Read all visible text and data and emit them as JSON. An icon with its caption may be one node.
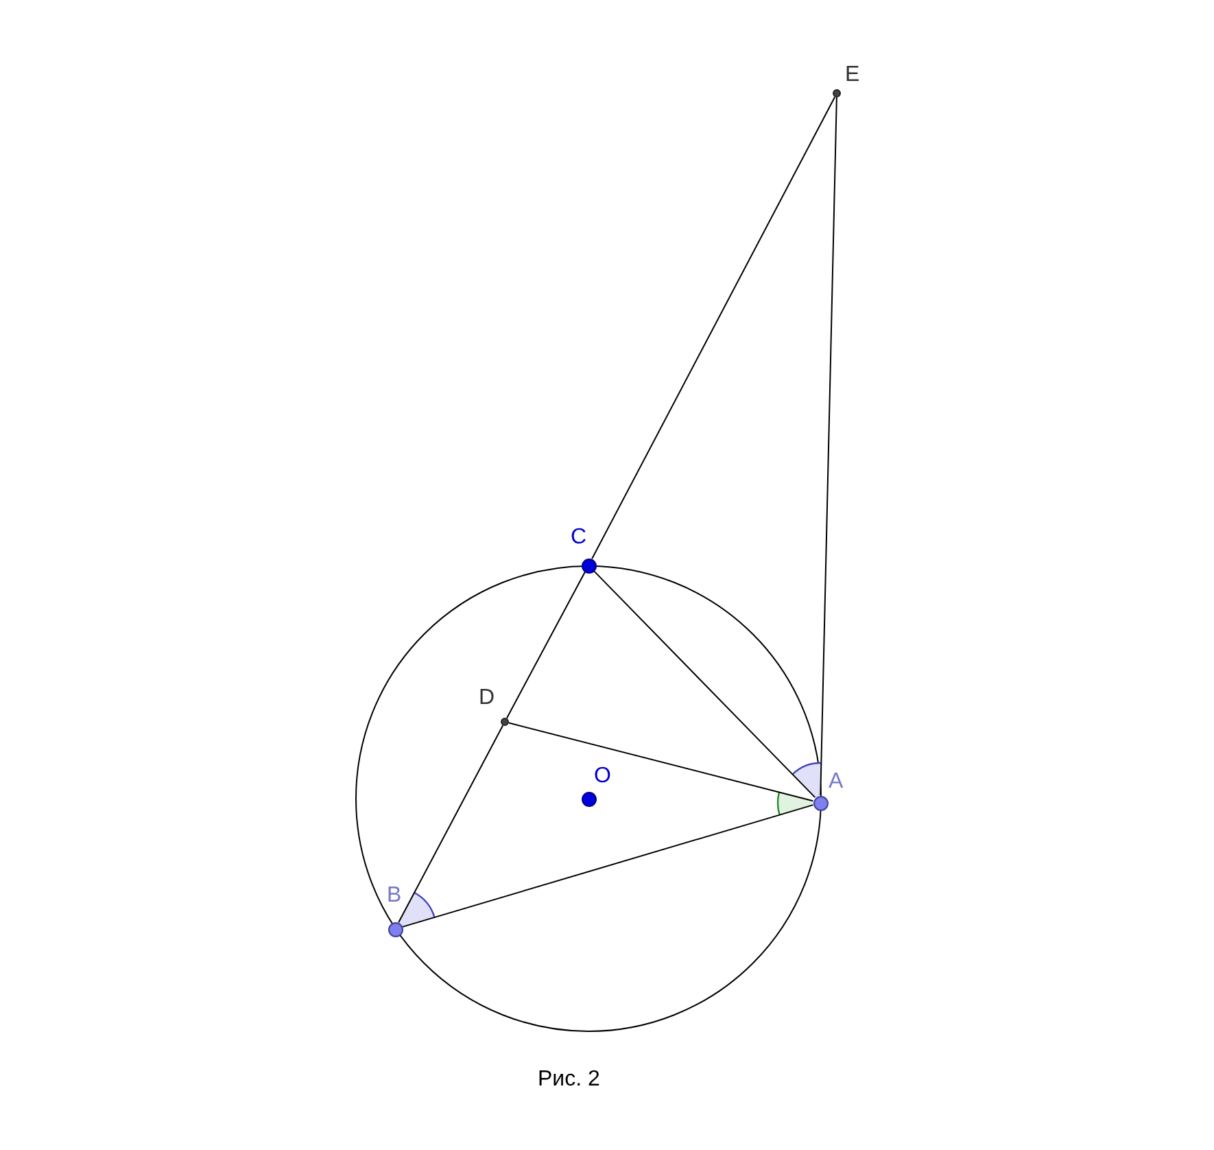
{
  "diagram": {
    "caption": "Рис. 2",
    "nodes": [
      {
        "text": [
          "E"
        ]
      },
      {
        "text": [
          "C"
        ]
      },
      {
        "text": [
          "D"
        ]
      },
      {
        "text": [
          "O"
        ]
      },
      {
        "text": [
          "A"
        ]
      },
      {
        "text": [
          "B"
        ]
      }
    ],
    "edges": [
      {
        "from": 0,
        "to": 1,
        "arrow": "none"
      },
      {
        "from": 1,
        "to": 2,
        "arrow": "none"
      },
      {
        "from": 2,
        "to": 5,
        "arrow": "none"
      },
      {
        "from": 0,
        "to": 4,
        "arrow": "none"
      },
      {
        "from": 1,
        "to": 4,
        "arrow": "none"
      },
      {
        "from": 2,
        "to": 4,
        "arrow": "none"
      },
      {
        "from": 5,
        "to": 4,
        "arrow": "none"
      }
    ]
  }
}
